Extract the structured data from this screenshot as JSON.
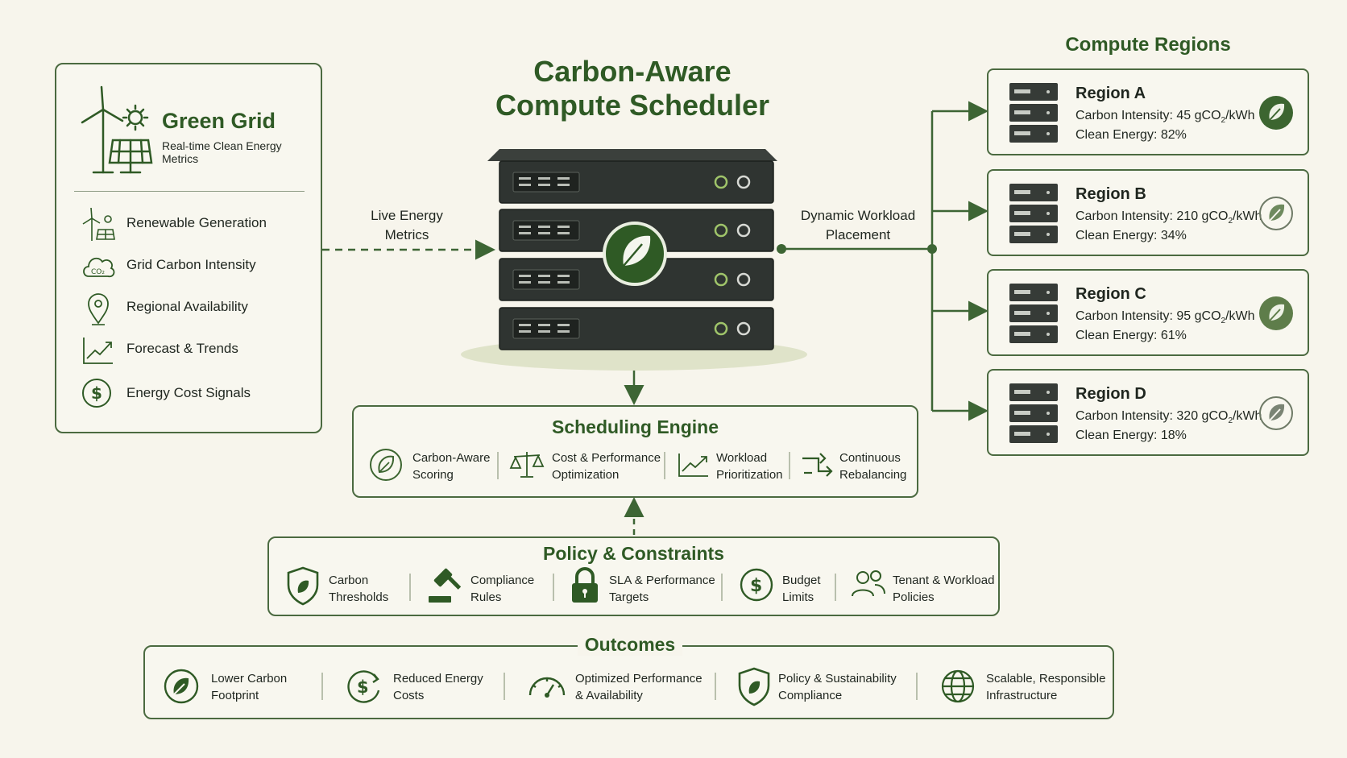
{
  "main_title_line1": "Carbon-Aware",
  "main_title_line2": "Compute Scheduler",
  "green_grid": {
    "title": "Green Grid",
    "subtitle": "Real-time Clean Energy Metrics",
    "items": [
      {
        "label": "Renewable Generation",
        "icon": "wind-solar-icon"
      },
      {
        "label": "Grid Carbon Intensity",
        "icon": "co2-cloud-icon"
      },
      {
        "label": "Regional Availability",
        "icon": "location-pin-icon"
      },
      {
        "label": "Forecast & Trends",
        "icon": "trend-chart-icon"
      },
      {
        "label": "Energy Cost Signals",
        "icon": "dollar-icon"
      }
    ]
  },
  "flows": {
    "live_energy_line1": "Live Energy",
    "live_energy_line2": "Metrics",
    "dynamic_line1": "Dynamic Workload",
    "dynamic_line2": "Placement"
  },
  "regions": {
    "title": "Compute Regions",
    "items": [
      {
        "name": "Region A",
        "carbon_prefix": "Carbon Intensity: 45 gCO",
        "unit": "/kWh",
        "clean": "Clean Energy: 82%",
        "badge": "filled"
      },
      {
        "name": "Region B",
        "carbon_prefix": "Carbon Intensity: 210 gCO",
        "unit": "/kWh",
        "clean": "Clean Energy: 34%",
        "badge": "outline"
      },
      {
        "name": "Region C",
        "carbon_prefix": "Carbon Intensity: 95 gCO",
        "unit": "/kWh",
        "clean": "Clean Energy: 61%",
        "badge": "filled"
      },
      {
        "name": "Region D",
        "carbon_prefix": "Carbon Intensity: 320 gCO",
        "unit": "/kWh",
        "clean": "Clean Energy: 18%",
        "badge": "outline"
      }
    ],
    "subscript": "2"
  },
  "engine": {
    "title": "Scheduling Engine",
    "items": [
      {
        "line1": "Carbon-Aware",
        "line2": "Scoring",
        "icon": "leaf-circle-icon"
      },
      {
        "line1": "Cost & Performance",
        "line2": "Optimization",
        "icon": "balance-scale-icon"
      },
      {
        "line1": "Workload",
        "line2": "Prioritization",
        "icon": "trend-chart-icon"
      },
      {
        "line1": "Continuous",
        "line2": "Rebalancing",
        "icon": "rebalance-arrows-icon"
      }
    ]
  },
  "policy": {
    "title": "Policy & Constraints",
    "items": [
      {
        "line1": "Carbon",
        "line2": "Thresholds",
        "icon": "shield-leaf-icon"
      },
      {
        "line1": "Compliance",
        "line2": "Rules",
        "icon": "gavel-icon"
      },
      {
        "line1": "SLA & Performance",
        "line2": "Targets",
        "icon": "lock-icon"
      },
      {
        "line1": "Budget",
        "line2": "Limits",
        "icon": "dollar-icon"
      },
      {
        "line1": "Tenant & Workload",
        "line2": "Policies",
        "icon": "users-icon"
      }
    ]
  },
  "outcomes": {
    "title": "Outcomes",
    "items": [
      {
        "line1": "Lower Carbon",
        "line2": "Footprint",
        "icon": "leaf-circle-icon"
      },
      {
        "line1": "Reduced Energy",
        "line2": "Costs",
        "icon": "dollar-arrows-icon"
      },
      {
        "line1": "Optimized Performance",
        "line2": "& Availability",
        "icon": "gauge-icon"
      },
      {
        "line1": "Policy & Sustainability",
        "line2": "Compliance",
        "icon": "shield-leaf-icon"
      },
      {
        "line1": "Scalable, Responsible",
        "line2": "Infrastructure",
        "icon": "globe-icon"
      }
    ]
  },
  "colors": {
    "accent": "#2f5a25",
    "border": "#4b6a40",
    "server": "#2f3431",
    "background": "#f7f5ec"
  }
}
